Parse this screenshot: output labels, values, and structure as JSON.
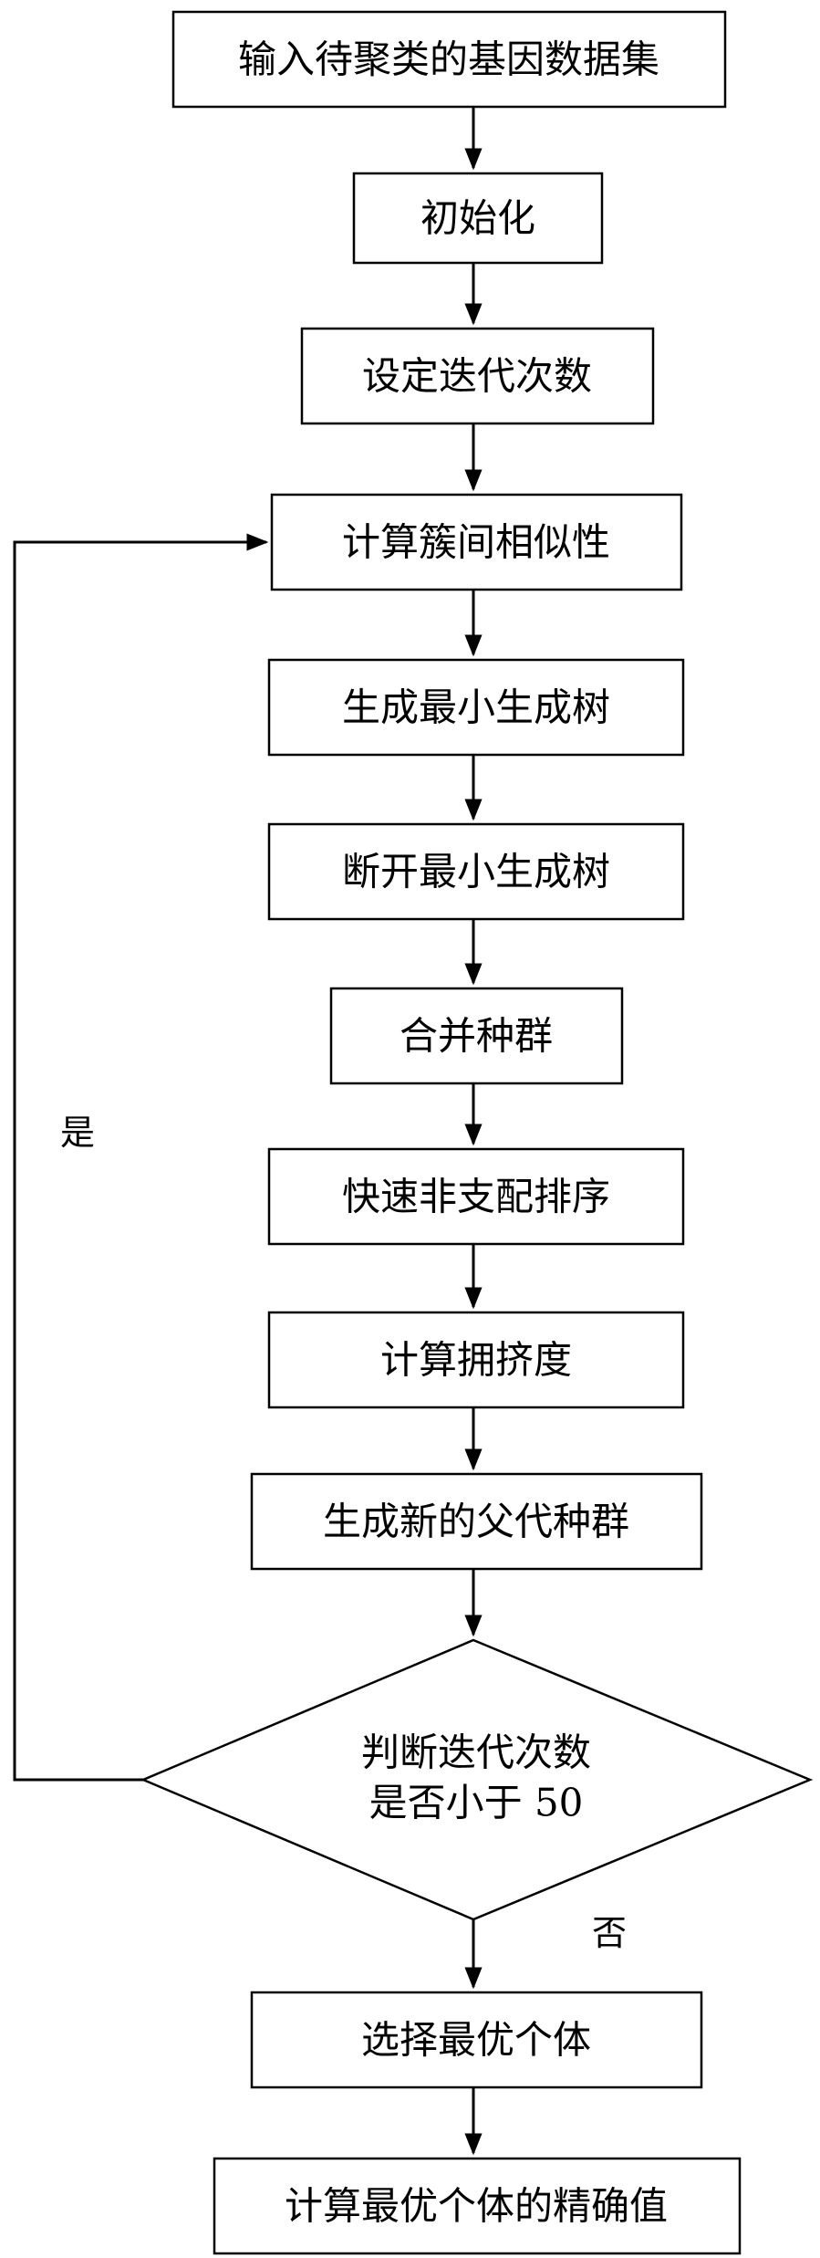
{
  "nodes": {
    "n1": "输入待聚类的基因数据集",
    "n2": "初始化",
    "n3": "设定迭代次数",
    "n4": "计算簇间相似性",
    "n5": "生成最小生成树",
    "n6": "断开最小生成树",
    "n7": "合并种群",
    "n8": "快速非支配排序",
    "n9": "计算拥挤度",
    "n10": "生成新的父代种群",
    "decision_line1": "判断迭代次数",
    "decision_line2": "是否小于 50",
    "n11": "选择最优个体",
    "n12": "计算最优个体的精确值"
  },
  "edges": {
    "yes_label": "是",
    "no_label": "否"
  }
}
